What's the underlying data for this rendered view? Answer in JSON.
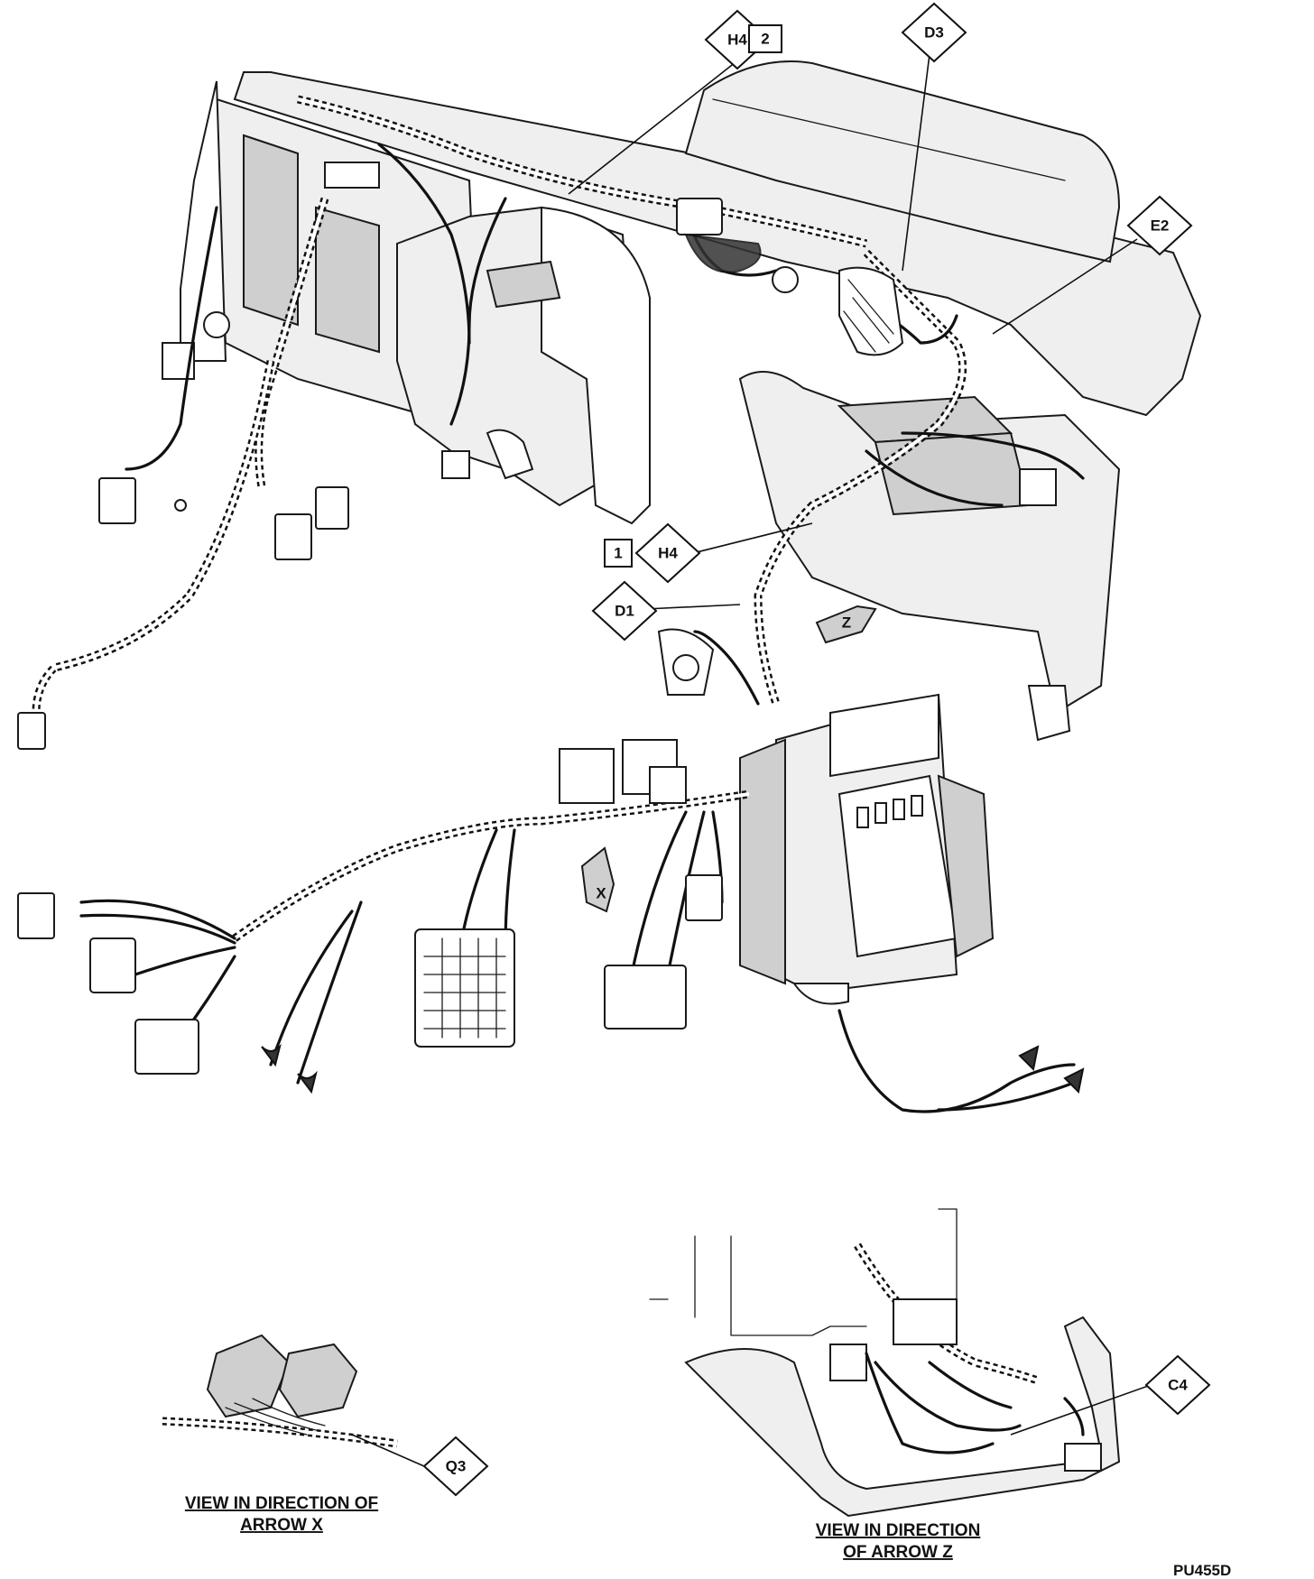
{
  "callouts": {
    "h4_top": "H4",
    "h4_top_num": "2",
    "d3": "D3",
    "e2": "E2",
    "h4_mid": "H4",
    "h4_mid_num": "1",
    "d1": "D1",
    "arrow_z": "Z",
    "arrow_x": "X",
    "q3": "Q3",
    "c4": "C4"
  },
  "captions": {
    "view_x_line1": "VIEW IN DIRECTION OF",
    "view_x_line2": "ARROW X",
    "view_z_line1": "VIEW IN DIRECTION",
    "view_z_line2": "OF ARROW Z"
  },
  "figure_code": "PU455D"
}
